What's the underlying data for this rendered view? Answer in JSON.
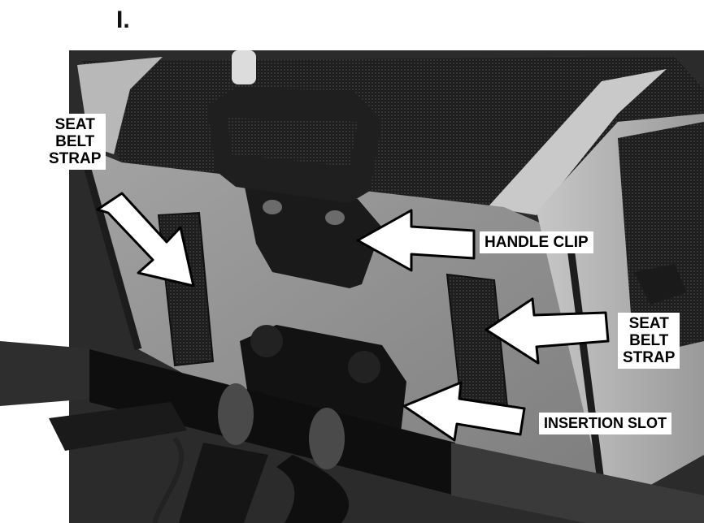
{
  "step": {
    "label": "I."
  },
  "labels": {
    "seat_belt_strap_left": [
      "SEAT",
      "BELT",
      "STRAP"
    ],
    "handle_clip": "HANDLE CLIP",
    "seat_belt_strap_right": [
      "SEAT",
      "BELT",
      "STRAP"
    ],
    "insertion_slot": "INSERTION SLOT"
  },
  "colors": {
    "bag_fabric": "#8c8c8c",
    "mesh": "#2a2a2a",
    "handlebar": "#1a1a1a",
    "callout_bg": "#ffffff",
    "arrow_fill": "#ffffff",
    "arrow_stroke": "#000000"
  }
}
